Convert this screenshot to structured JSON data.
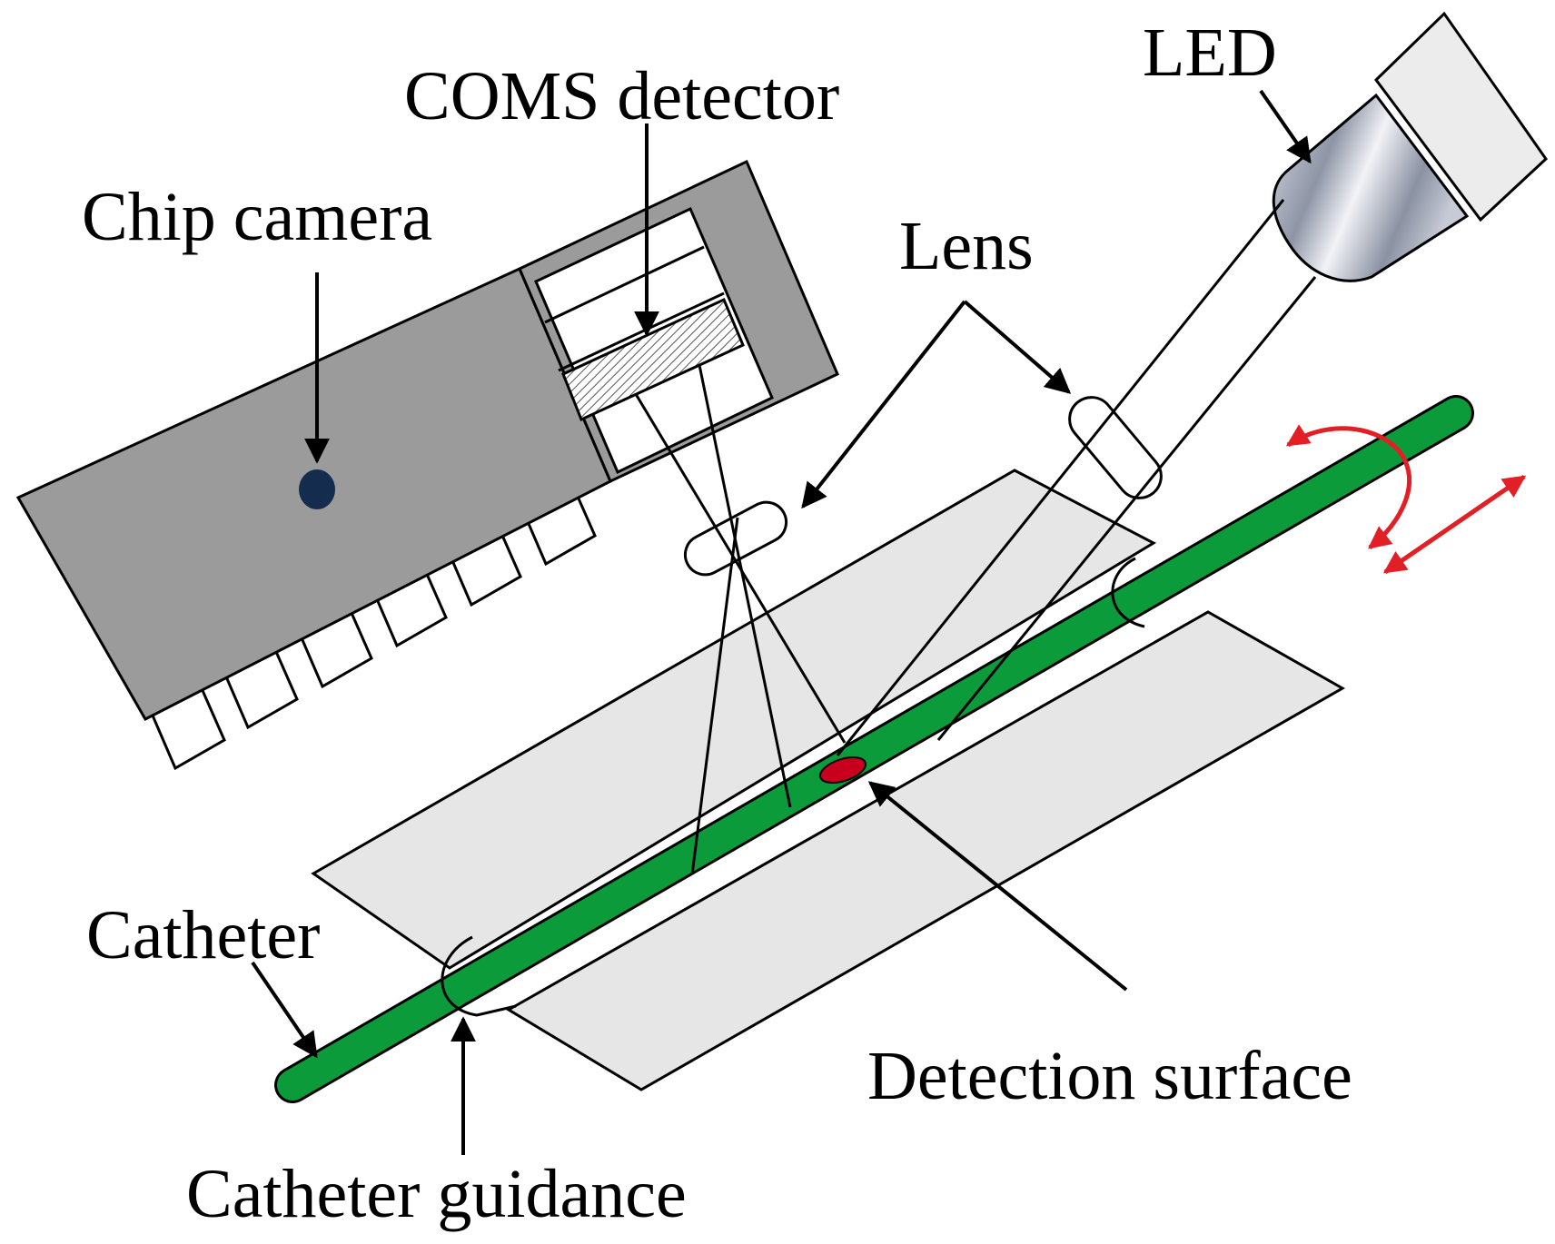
{
  "labels": {
    "led": "LED",
    "coms_detector": "COMS detector",
    "chip_camera": "Chip camera",
    "lens": "Lens",
    "catheter": "Catheter",
    "detection_surface": "Detection surface",
    "catheter_guidance": "Catheter guidance"
  },
  "colors": {
    "catheter_green": "#0c9b3a",
    "camera_gray": "#9b9b9b",
    "plate_gray": "#e6e6e6",
    "motion_arrow_red": "#e31e24",
    "spot_red": "#c8001e",
    "camera_dot": "#142d4e"
  }
}
